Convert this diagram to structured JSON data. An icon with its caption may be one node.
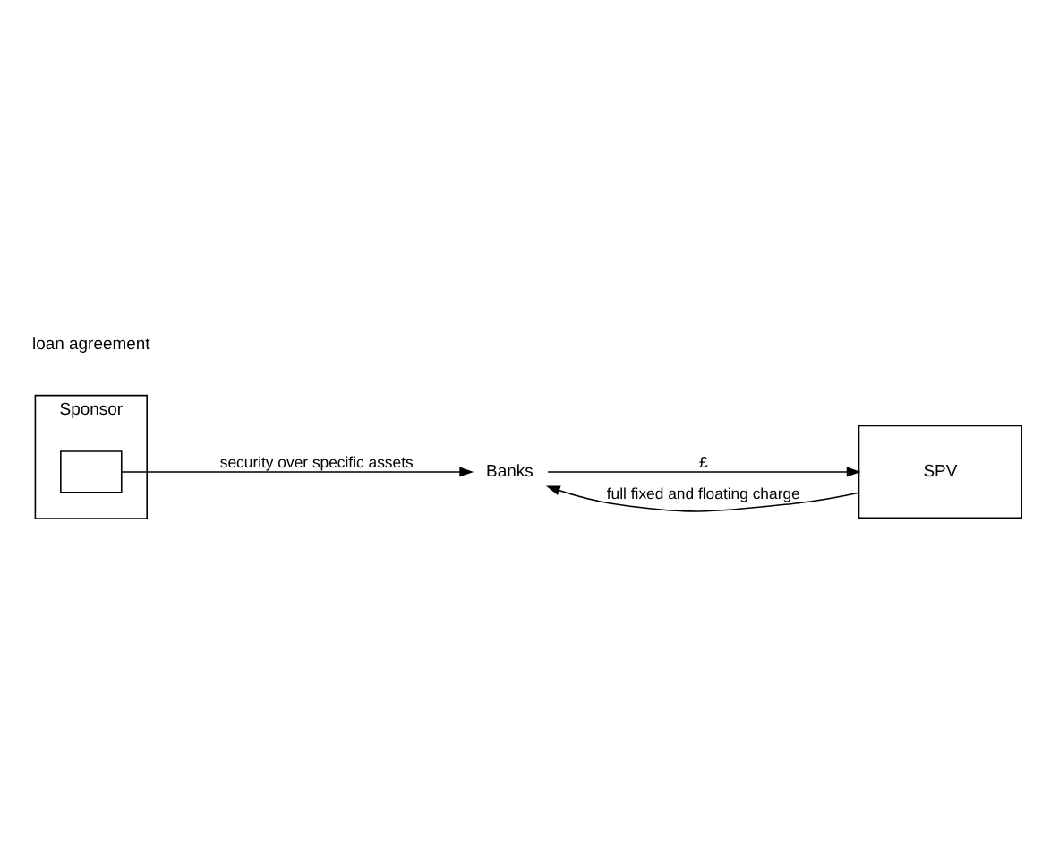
{
  "diagram": {
    "nodes": [
      {
        "text": [
          "Sponsor"
        ]
      },
      {
        "text": [],
        "shape": "box",
        "in": 0
      },
      {
        "text": [
          "Banks"
        ]
      },
      {
        "text": [
          "SPV"
        ]
      }
    ],
    "edges": [
      {
        "from": 1,
        "to": 2,
        "arrow": "to",
        "label": "security over specific assets"
      },
      {
        "from": 2,
        "to": 3,
        "arrow": "to",
        "label": "£"
      },
      {
        "from": 3,
        "to": 2,
        "arrow": "to",
        "label": "full fixed and floating charge"
      }
    ],
    "labels": [
      "loan agreement"
    ]
  }
}
